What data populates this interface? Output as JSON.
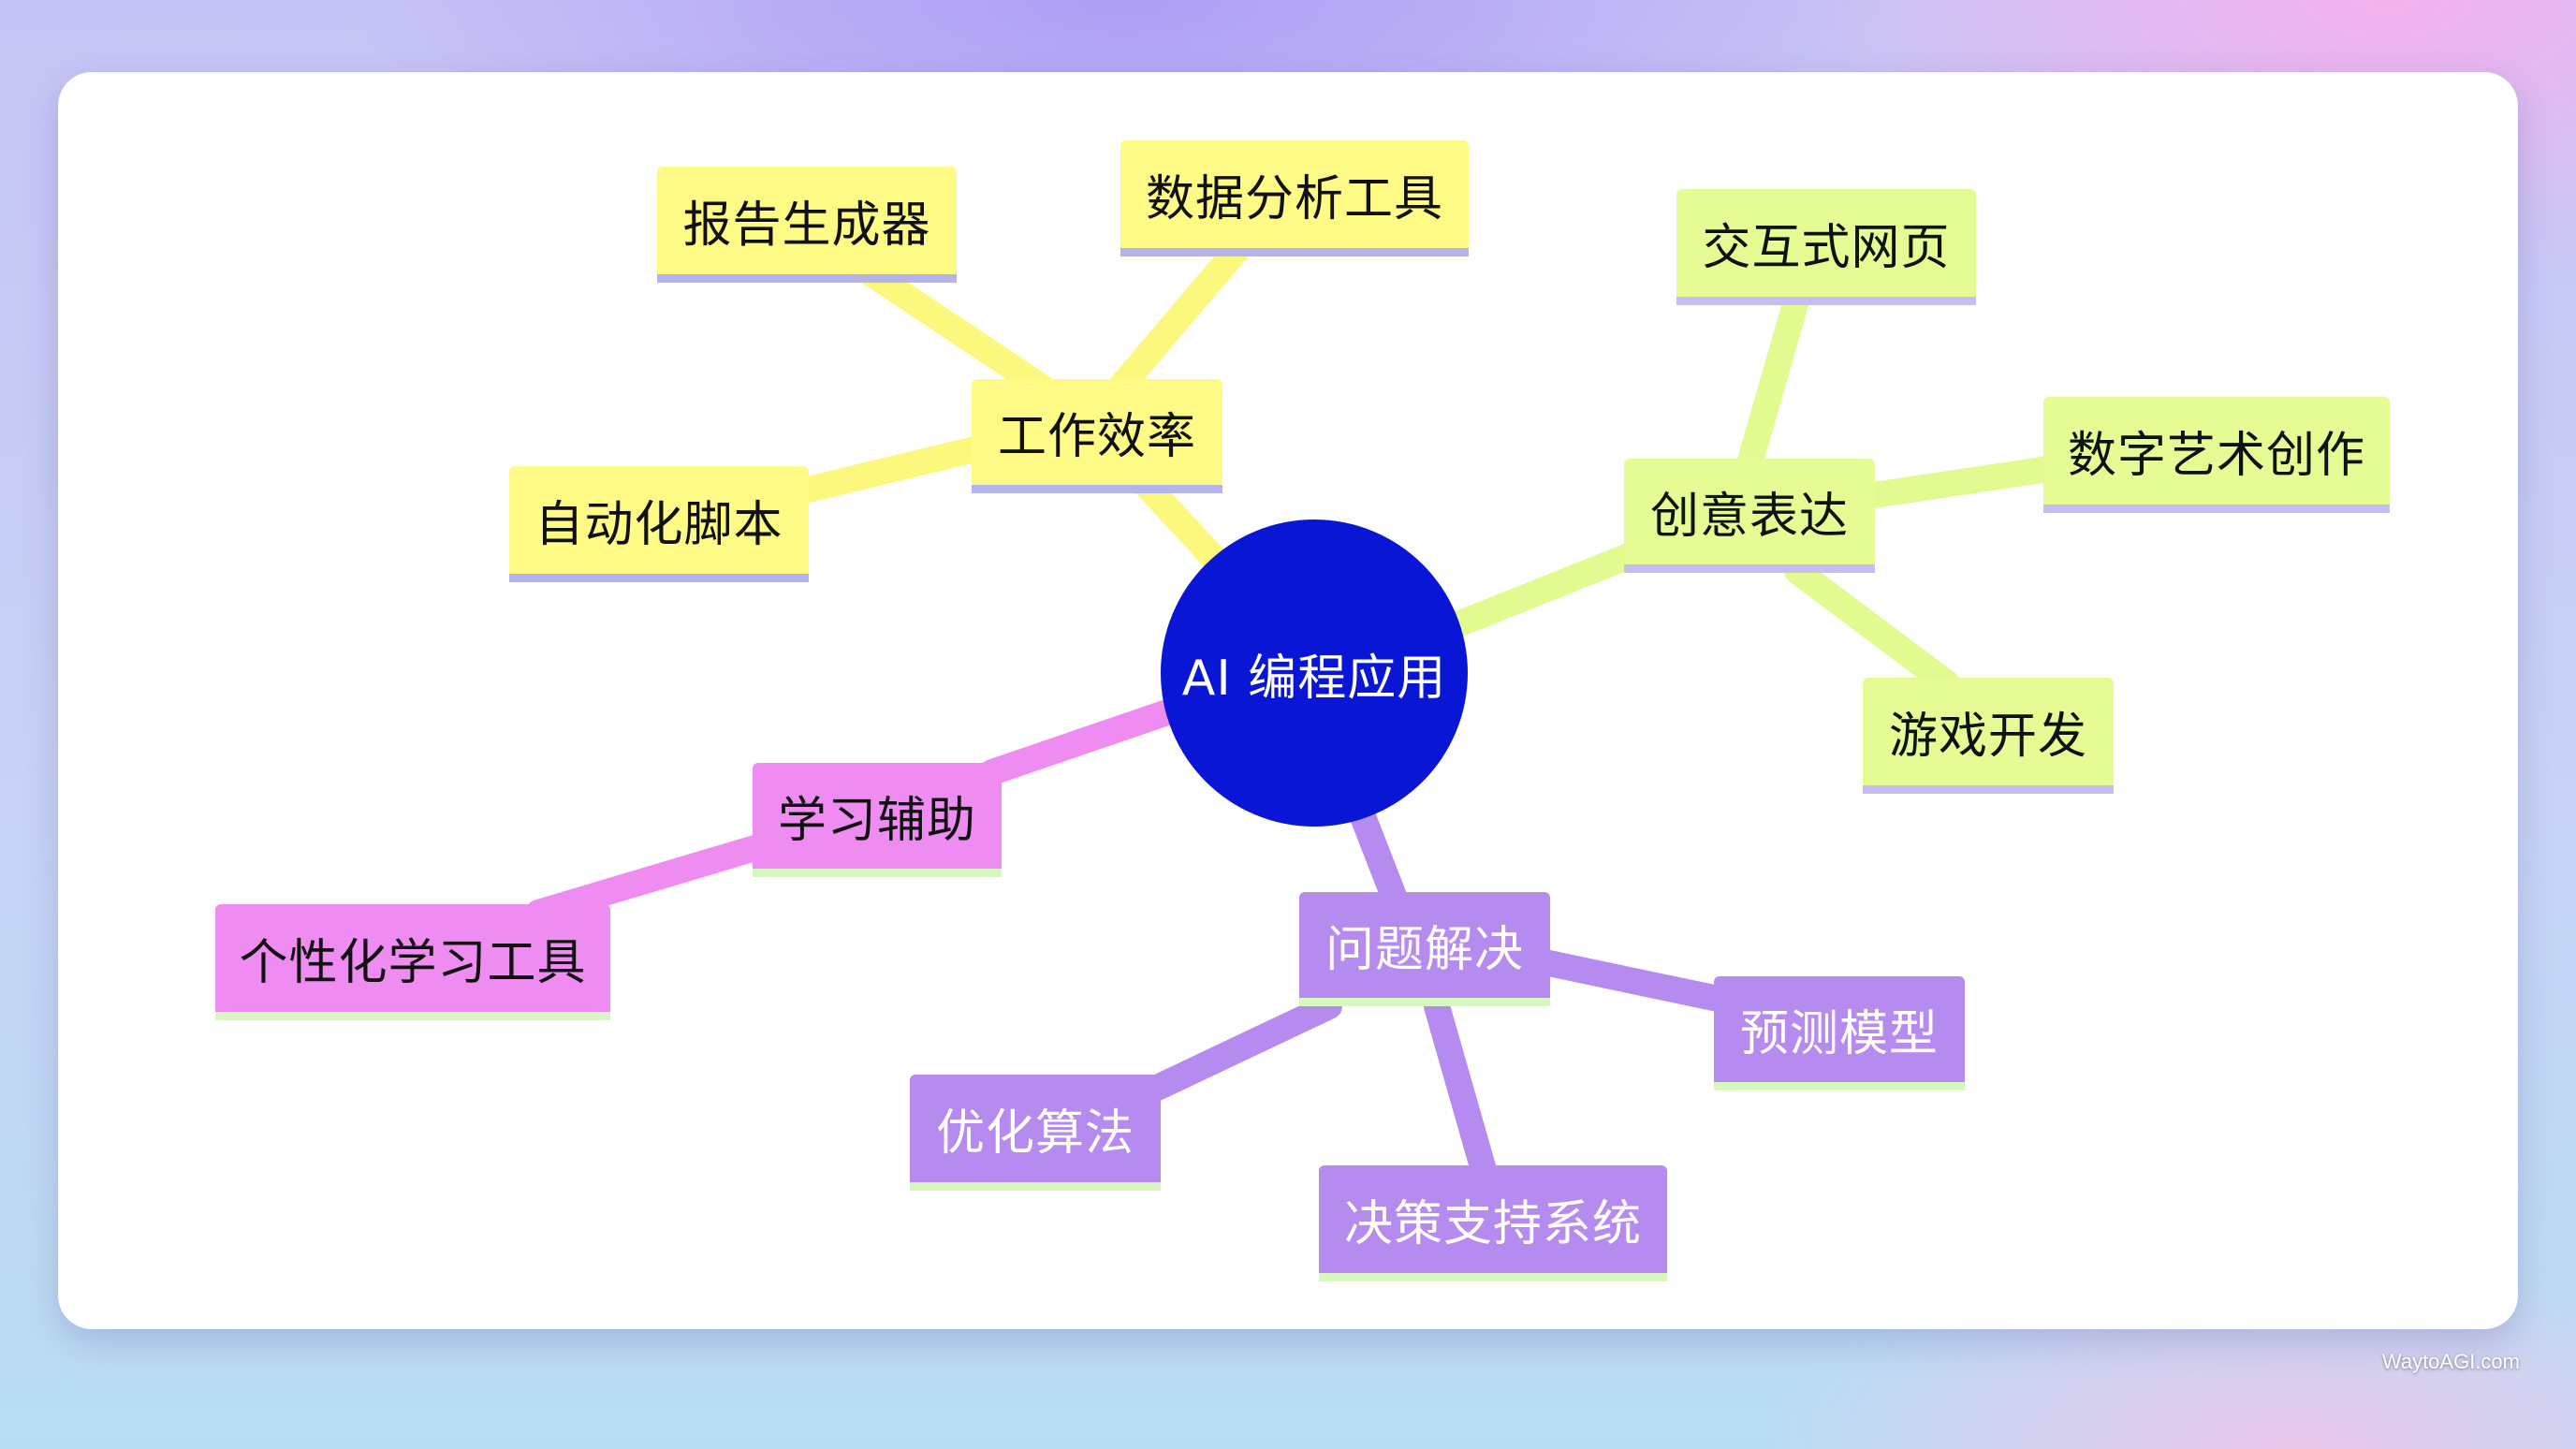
{
  "mindmap": {
    "center": "AI 编程应用",
    "branches": [
      {
        "label": "工作效率",
        "children": [
          "报告生成器",
          "数据分析工具",
          "自动化脚本"
        ]
      },
      {
        "label": "创意表达",
        "children": [
          "交互式网页",
          "数字艺术创作",
          "游戏开发"
        ]
      },
      {
        "label": "学习辅助",
        "children": [
          "个性化学习工具"
        ]
      },
      {
        "label": "问题解决",
        "children": [
          "预测模型",
          "优化算法",
          "决策支持系统"
        ]
      }
    ]
  },
  "colors": {
    "center": "#0a16d6",
    "efficiency": "#fdfb86",
    "creative": "#e5fb93",
    "learning": "#ee8cf2",
    "problem": "#b58bf0"
  },
  "watermark": "WaytoAGI.com"
}
